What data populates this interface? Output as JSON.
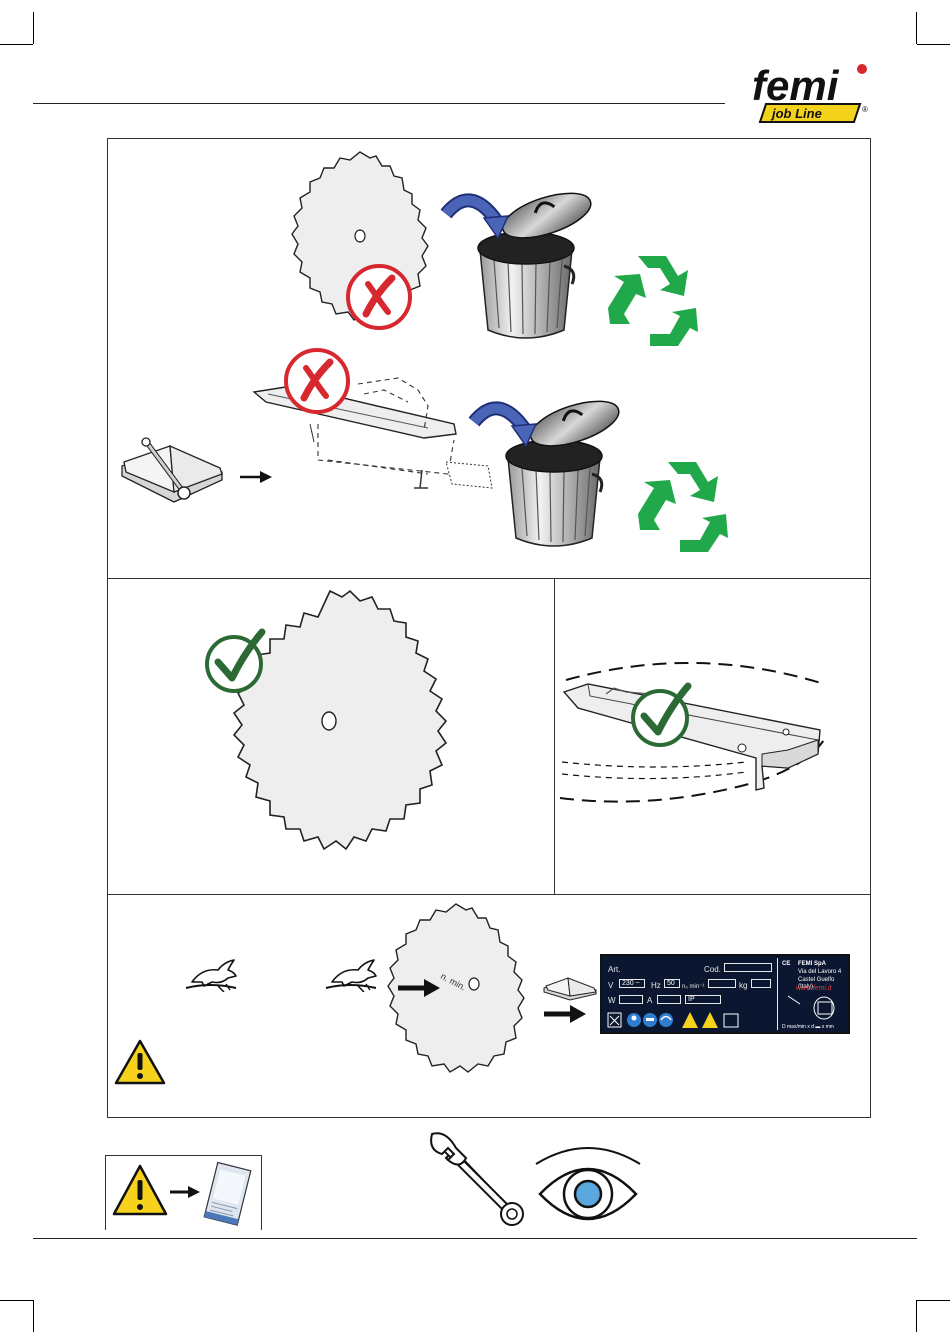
{
  "brand": {
    "name": "femi",
    "line": "job Line",
    "registered": "®",
    "colors": {
      "brand_black": "#111111",
      "brand_yellow": "#f3d21b",
      "brand_red": "#d8282f"
    }
  },
  "colors": {
    "recycle_green": "#21a84a",
    "check_green": "#2c6a35",
    "cross_red": "#d8282f",
    "arrow_blue": "#4a64b8",
    "warning_yellow": "#f6d21c",
    "plate_bg": "#0b1630",
    "eye_blue": "#5aa7dd"
  },
  "icons": {
    "do_not_discard": [
      "trash-can-icon",
      "recycle-icon",
      "prohibited-cross-icon"
    ],
    "ok": "check-mark-icon",
    "manual": "manual-book-icon",
    "warning": "warning-triangle-icon",
    "speed": "rabbit-fast-icon",
    "tool": "wrench-icon",
    "inspection": "eye-icon"
  },
  "blade_marking": "n. min.",
  "plate": {
    "art": "Art.",
    "cod": "Cod.",
    "v_label": "V",
    "v_value": "230 ~",
    "hz_label": "Hz",
    "hz_value": "50",
    "n_label": "n₀ min⁻¹",
    "kg_label": "kg",
    "w_label": "W",
    "a_label": "A",
    "ip_label": "IP",
    "maker": "FEMI SpA",
    "address1": "Via del Lavoro 4",
    "address2": "Castel Guelfo (Italy)",
    "website": "www.femi.it",
    "dims": "D max/min x d ▬      x      mm"
  }
}
